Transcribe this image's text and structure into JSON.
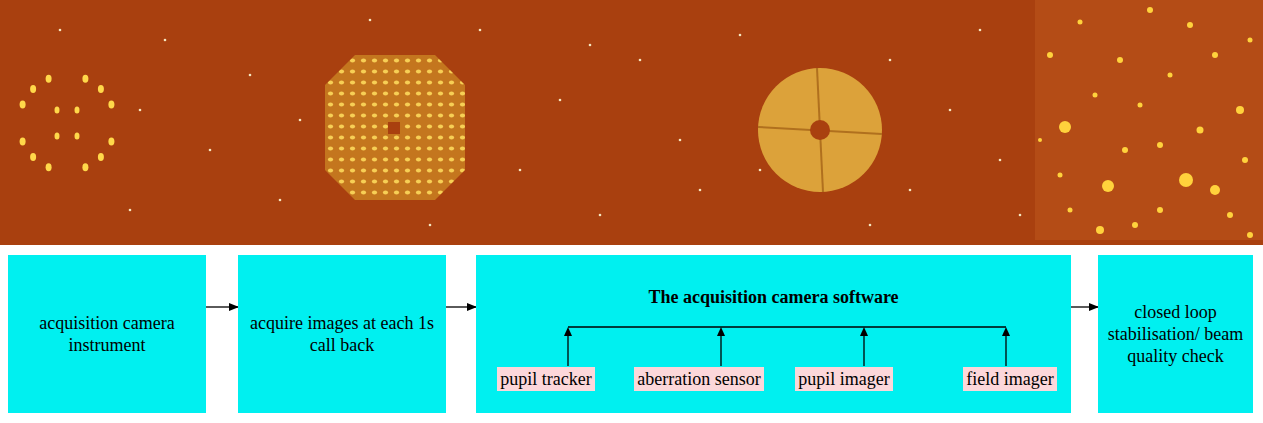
{
  "diagram": {
    "nodes": [
      {
        "text": [
          "acquisition camera instrument"
        ]
      },
      {
        "text": [
          "acquire images at each 1s call back"
        ]
      },
      {
        "text": [
          "The acquisition camera software"
        ]
      },
      {
        "text": [
          "pupil tracker"
        ],
        "in": 2
      },
      {
        "text": [
          "aberration sensor"
        ],
        "in": 2
      },
      {
        "text": [
          "pupil imager"
        ],
        "in": 2
      },
      {
        "text": [
          "field imager"
        ],
        "in": 2
      },
      {
        "text": [
          "closed loop stabilisation/ beam quality check"
        ]
      }
    ],
    "edges": [
      {
        "from": 0,
        "to": 1,
        "arrow": "to"
      },
      {
        "from": 1,
        "to": 2,
        "arrow": "to"
      },
      {
        "from": 2,
        "to": 7,
        "arrow": "to"
      }
    ]
  }
}
